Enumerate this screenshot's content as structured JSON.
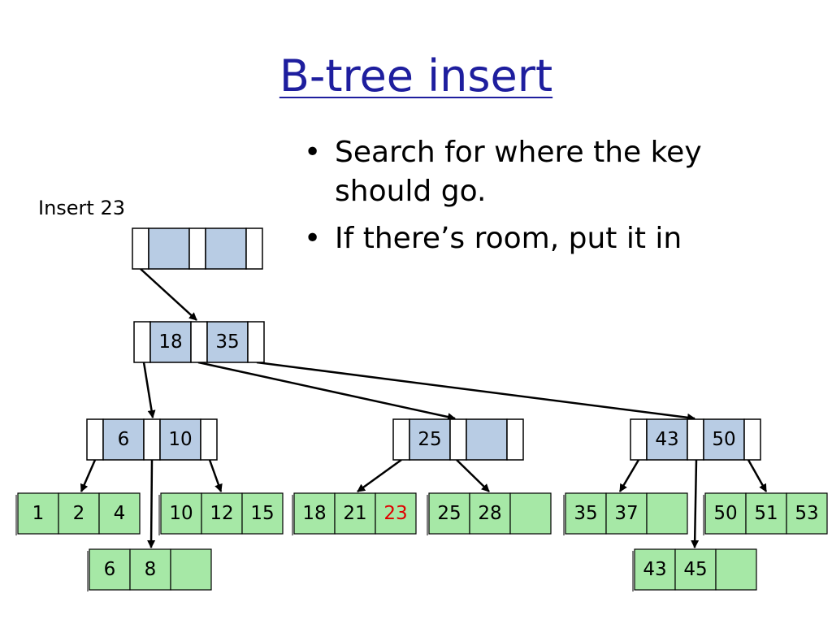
{
  "title": "B-tree insert",
  "bullets": [
    "Search for where the key should go.",
    "If there’s room, put it in"
  ],
  "insert_label": "Insert 23",
  "colors": {
    "title": "#1e1e9e",
    "internal_fill": "#b8cce4",
    "leaf_fill": "#a6e8a6",
    "highlight_key": "#e00000",
    "stroke": "#000000"
  },
  "tree": {
    "root": {
      "keys": [
        "",
        ""
      ]
    },
    "internal": [
      {
        "id": "n18-35",
        "keys": [
          "18",
          "35"
        ]
      },
      {
        "id": "n6-10",
        "keys": [
          "6",
          "10"
        ]
      },
      {
        "id": "n25",
        "keys": [
          "25",
          ""
        ]
      },
      {
        "id": "n43-50",
        "keys": [
          "43",
          "50"
        ]
      }
    ],
    "leaves": [
      {
        "id": "leaf-1-2-4",
        "keys": [
          "1",
          "2",
          "4"
        ]
      },
      {
        "id": "leaf-10-12-15",
        "keys": [
          "10",
          "12",
          "15"
        ]
      },
      {
        "id": "leaf-18-21-23",
        "keys": [
          "18",
          "21",
          "23"
        ],
        "highlight_index": 2
      },
      {
        "id": "leaf-25-28",
        "keys": [
          "25",
          "28",
          ""
        ]
      },
      {
        "id": "leaf-35-37",
        "keys": [
          "35",
          "37",
          ""
        ]
      },
      {
        "id": "leaf-50-51-53",
        "keys": [
          "50",
          "51",
          "53"
        ]
      },
      {
        "id": "leaf-6-8",
        "keys": [
          "6",
          "8",
          ""
        ]
      },
      {
        "id": "leaf-43-45",
        "keys": [
          "43",
          "45",
          ""
        ]
      }
    ]
  }
}
